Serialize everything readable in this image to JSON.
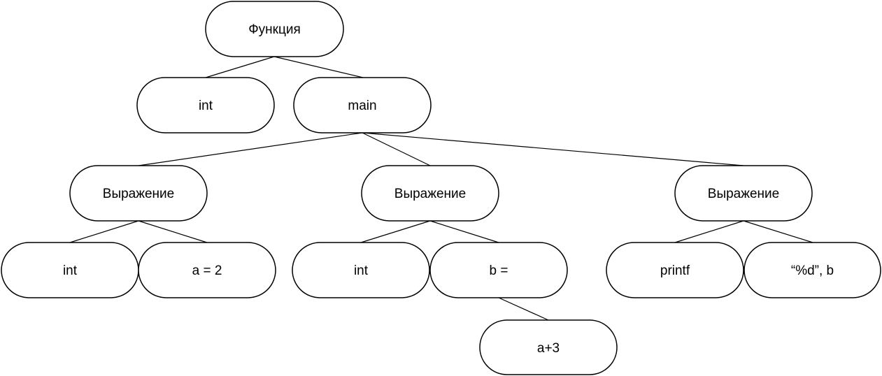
{
  "diagram": {
    "nodes": [
      {
        "id": "root",
        "label": "Функция"
      },
      {
        "id": "type-int",
        "label": "int"
      },
      {
        "id": "main",
        "label": "main"
      },
      {
        "id": "expr-1",
        "label": "Выражение"
      },
      {
        "id": "expr-2",
        "label": "Выражение"
      },
      {
        "id": "expr-3",
        "label": "Выражение"
      },
      {
        "id": "expr1-int",
        "label": "int"
      },
      {
        "id": "expr1-assign",
        "label": "a = 2"
      },
      {
        "id": "expr2-int",
        "label": "int"
      },
      {
        "id": "expr2-assign",
        "label": "b ="
      },
      {
        "id": "expr2-value",
        "label": "a+3"
      },
      {
        "id": "expr3-printf",
        "label": "printf"
      },
      {
        "id": "expr3-args",
        "label": "“%d”, b"
      }
    ],
    "edges": [
      {
        "from": "root",
        "to": "type-int"
      },
      {
        "from": "root",
        "to": "main"
      },
      {
        "from": "main",
        "to": "expr-1"
      },
      {
        "from": "main",
        "to": "expr-2"
      },
      {
        "from": "main",
        "to": "expr-3"
      },
      {
        "from": "expr-1",
        "to": "expr1-int"
      },
      {
        "from": "expr-1",
        "to": "expr1-assign"
      },
      {
        "from": "expr-2",
        "to": "expr2-int"
      },
      {
        "from": "expr-2",
        "to": "expr2-assign"
      },
      {
        "from": "expr2-assign",
        "to": "expr2-value"
      },
      {
        "from": "expr-3",
        "to": "expr3-printf"
      },
      {
        "from": "expr-3",
        "to": "expr3-args"
      }
    ]
  }
}
